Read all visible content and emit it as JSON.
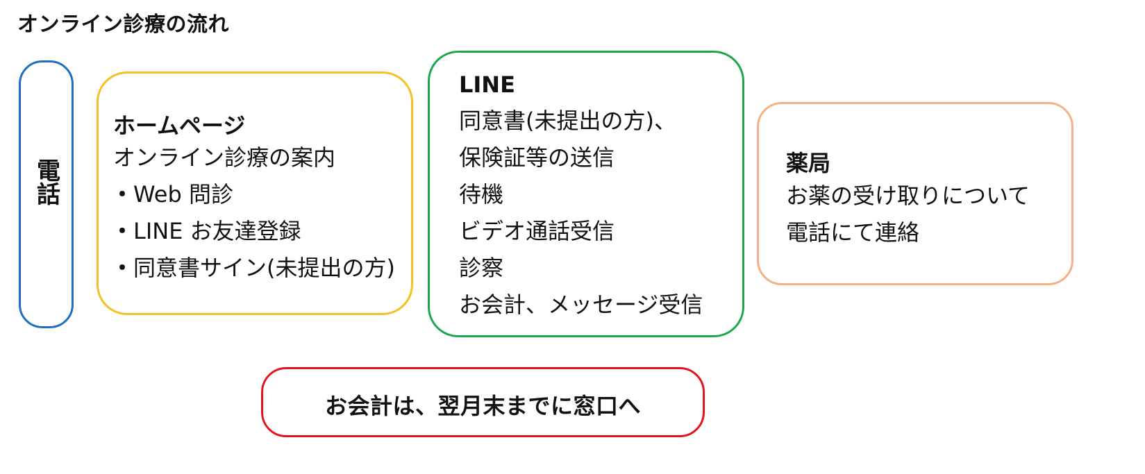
{
  "title": "オンライン診療の流れ",
  "phone": {
    "label": "電話"
  },
  "homepage": {
    "heading": "ホームページ",
    "lines": [
      "オンライン診療の案内",
      "Web 問診",
      "LINE お友達登録",
      "同意書サイン(未提出の方)"
    ]
  },
  "line": {
    "heading": "LINE",
    "lines": [
      "同意書(未提出の方)、",
      "保険証等の送信",
      "待機",
      "ビデオ通話受信",
      "診察",
      "お会計、メッセージ受信"
    ]
  },
  "pharmacy": {
    "heading": "薬局",
    "lines": [
      "お薬の受け取りについて",
      "電話にて連絡"
    ]
  },
  "notice": {
    "text": "お会計は、翌月末までに窓口へ"
  },
  "colors": {
    "phone_border": "#1f6fc0",
    "homepage_border": "#f4c024",
    "line_border": "#1ea64e",
    "pharmacy_border": "#f4b183",
    "notice_border": "#e3141c"
  }
}
